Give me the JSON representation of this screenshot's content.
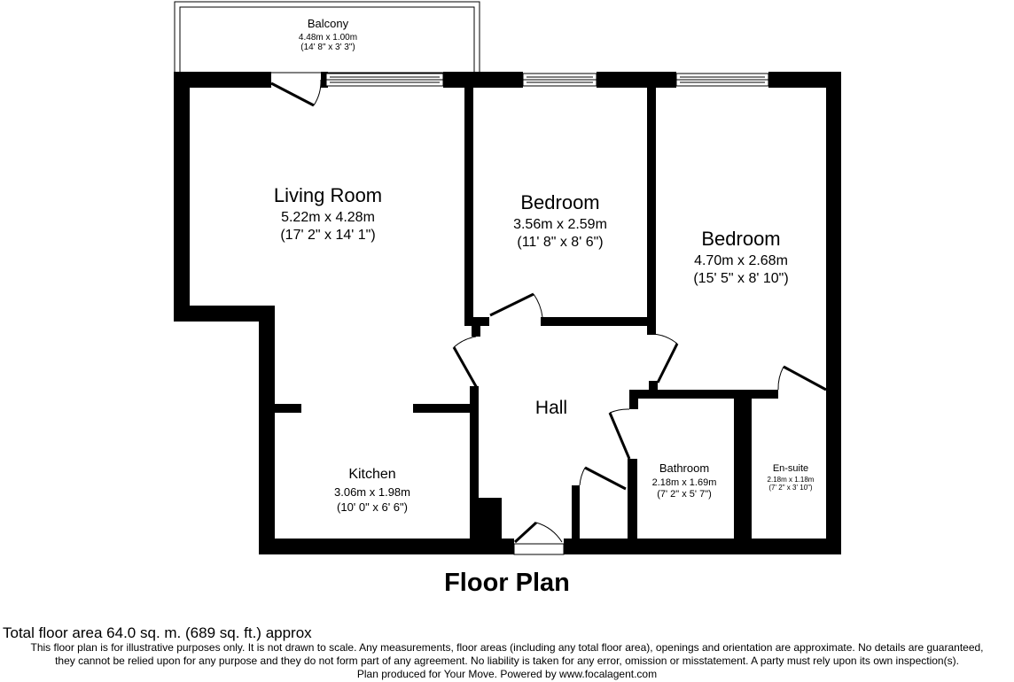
{
  "title": "Floor Plan",
  "rooms": {
    "balcony": {
      "name": "Balcony",
      "metric": "4.48m x 1.00m",
      "imperial": "(14' 8\" x 3' 3\")"
    },
    "living": {
      "name": "Living Room",
      "metric": "5.22m x 4.28m",
      "imperial": "(17' 2\" x 14' 1\")"
    },
    "bedroom1": {
      "name": "Bedroom",
      "metric": "3.56m x 2.59m",
      "imperial": "(11' 8\" x 8' 6\")"
    },
    "bedroom2": {
      "name": "Bedroom",
      "metric": "4.70m x 2.68m",
      "imperial": "(15' 5\" x 8' 10\")"
    },
    "hall": {
      "name": "Hall"
    },
    "kitchen": {
      "name": "Kitchen",
      "metric": "3.06m x 1.98m",
      "imperial": "(10' 0\" x 6' 6\")"
    },
    "bathroom": {
      "name": "Bathroom",
      "metric": "2.18m x 1.69m",
      "imperial": "(7' 2\" x 5' 7\")"
    },
    "ensuite": {
      "name": "En-suite",
      "metric": "2.18m x 1.18m",
      "imperial": "(7' 2\" x 3' 10\")"
    }
  },
  "footer": {
    "total_area": "Total floor area 64.0 sq. m. (689 sq. ft.) approx",
    "disclaimer_1": "This floor plan is for illustrative purposes only. It is not drawn to scale. Any measurements, floor areas (including any total floor area), openings and orientation are approximate. No details are guaranteed,",
    "disclaimer_2": "they cannot be relied upon for any purpose and they do not form part of any agreement. No liability is taken for any error, omission or misstatement. A party must rely upon its own inspection(s).",
    "credit": "Plan produced for Your Move. Powered by www.focalagent.com"
  }
}
